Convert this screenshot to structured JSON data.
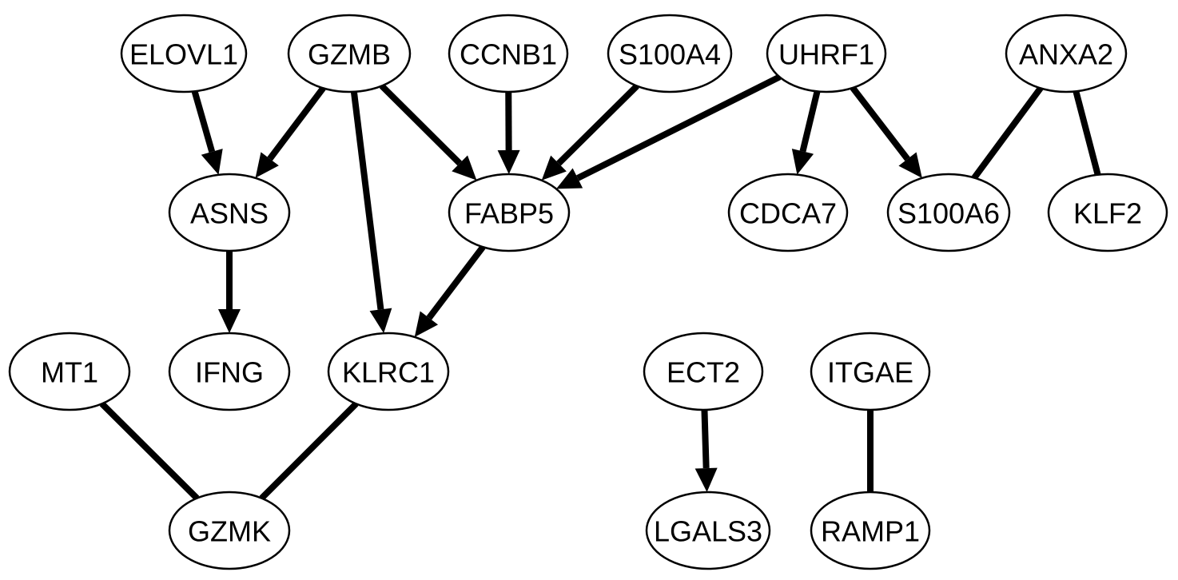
{
  "colors": {
    "node_fill": "#ffffff",
    "node_stroke": "#000000",
    "edge": "#000000",
    "text": "#000000"
  },
  "nodes": [
    {
      "id": "ELOVL1",
      "label": "ELOVL1"
    },
    {
      "id": "GZMB",
      "label": "GZMB"
    },
    {
      "id": "CCNB1",
      "label": "CCNB1"
    },
    {
      "id": "S100A4",
      "label": "S100A4"
    },
    {
      "id": "UHRF1",
      "label": "UHRF1"
    },
    {
      "id": "ANXA2",
      "label": "ANXA2"
    },
    {
      "id": "ASNS",
      "label": "ASNS"
    },
    {
      "id": "FABP5",
      "label": "FABP5"
    },
    {
      "id": "CDCA7",
      "label": "CDCA7"
    },
    {
      "id": "S100A6",
      "label": "S100A6"
    },
    {
      "id": "KLF2",
      "label": "KLF2"
    },
    {
      "id": "MT1",
      "label": "MT1"
    },
    {
      "id": "IFNG",
      "label": "IFNG"
    },
    {
      "id": "KLRC1",
      "label": "KLRC1"
    },
    {
      "id": "ECT2",
      "label": "ECT2"
    },
    {
      "id": "ITGAE",
      "label": "ITGAE"
    },
    {
      "id": "GZMK",
      "label": "GZMK"
    },
    {
      "id": "LGALS3",
      "label": "LGALS3"
    },
    {
      "id": "RAMP1",
      "label": "RAMP1"
    }
  ],
  "edges": [
    {
      "from": "ELOVL1",
      "to": "ASNS",
      "directed": true
    },
    {
      "from": "GZMB",
      "to": "ASNS",
      "directed": true
    },
    {
      "from": "GZMB",
      "to": "FABP5",
      "directed": true
    },
    {
      "from": "GZMB",
      "to": "KLRC1",
      "directed": true
    },
    {
      "from": "CCNB1",
      "to": "FABP5",
      "directed": true
    },
    {
      "from": "S100A4",
      "to": "FABP5",
      "directed": true
    },
    {
      "from": "UHRF1",
      "to": "FABP5",
      "directed": true
    },
    {
      "from": "UHRF1",
      "to": "CDCA7",
      "directed": true
    },
    {
      "from": "UHRF1",
      "to": "S100A6",
      "directed": true
    },
    {
      "from": "ANXA2",
      "to": "S100A6",
      "directed": false
    },
    {
      "from": "ANXA2",
      "to": "KLF2",
      "directed": false
    },
    {
      "from": "ASNS",
      "to": "IFNG",
      "directed": true
    },
    {
      "from": "FABP5",
      "to": "KLRC1",
      "directed": true
    },
    {
      "from": "MT1",
      "to": "GZMK",
      "directed": false
    },
    {
      "from": "KLRC1",
      "to": "GZMK",
      "directed": false
    },
    {
      "from": "ECT2",
      "to": "LGALS3",
      "directed": true
    },
    {
      "from": "ITGAE",
      "to": "RAMP1",
      "directed": false
    }
  ]
}
